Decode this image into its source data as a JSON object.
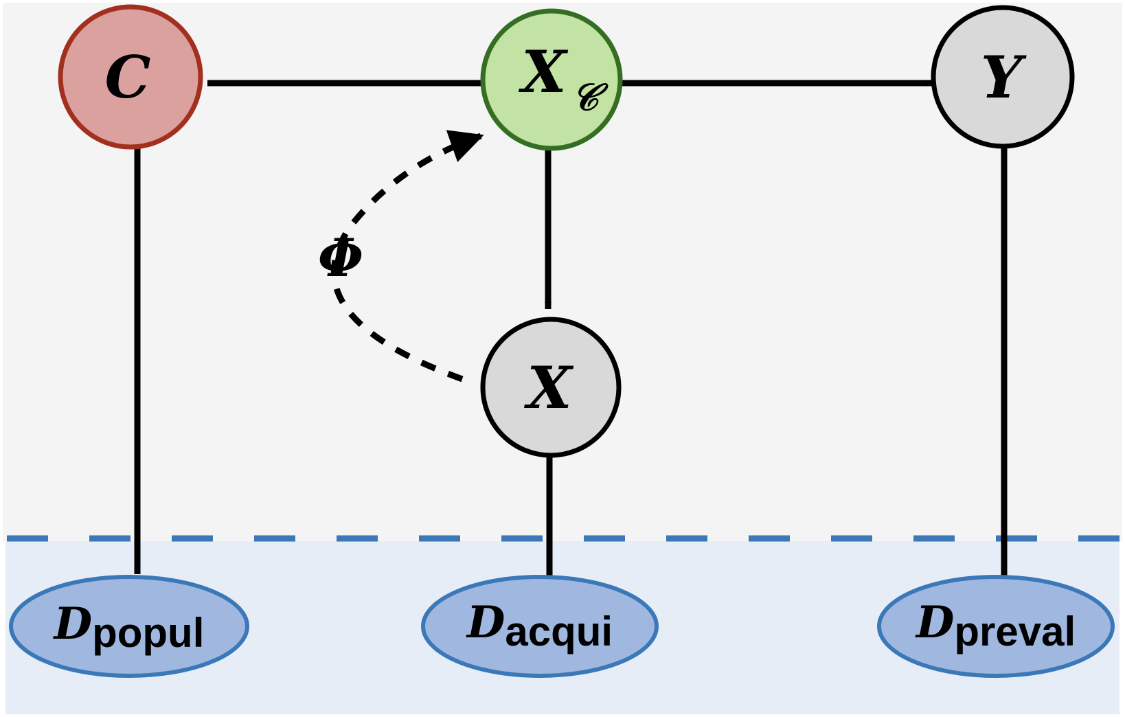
{
  "colors": {
    "upper_background": "#f4f4f4",
    "lower_background": "#e6edf7",
    "separator": "#3a78b7",
    "edge": "#000000",
    "node_C_fill": "#dba19f",
    "node_C_stroke": "#a3301f",
    "node_XC_fill": "#c3e3a5",
    "node_XC_stroke": "#356d22",
    "node_gray_fill": "#d9d9d9",
    "node_gray_stroke": "#000000",
    "domain_fill": "#a0b8e0",
    "domain_stroke": "#3a78b7"
  },
  "nodes": {
    "c": {
      "label": "C"
    },
    "x_concept": {
      "label": "X",
      "subscript": "𝒞"
    },
    "y": {
      "label": "Y"
    },
    "x": {
      "label": "X"
    }
  },
  "domains": {
    "popul": {
      "label": "D",
      "subscript": "popul"
    },
    "acqui": {
      "label": "D",
      "subscript": "acqui"
    },
    "preval": {
      "label": "D",
      "subscript": "preval"
    }
  },
  "mapping": {
    "label": "Φ"
  }
}
